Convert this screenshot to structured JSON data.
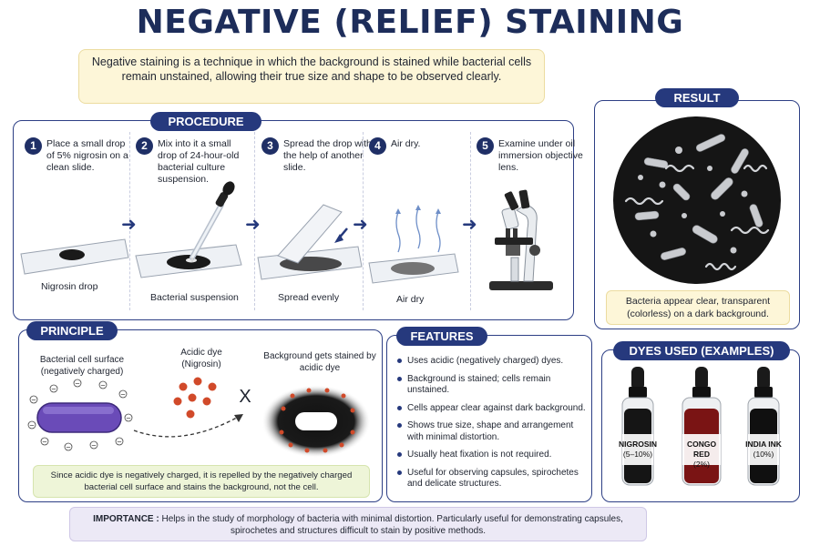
{
  "title": "NEGATIVE (RELIEF) STAINING",
  "intro": "Negative staining is a technique in which the background is stained while bacterial cells remain unstained, allowing their true size and shape to be observed clearly.",
  "procedure": {
    "heading": "PROCEDURE",
    "steps": [
      {
        "num": "1",
        "text": "Place a small drop of 5% nigrosin on a clean slide.",
        "caption": "Nigrosin drop"
      },
      {
        "num": "2",
        "text": "Mix into it a small drop of 24-hour-old bacterial culture suspension.",
        "caption": "Bacterial suspension"
      },
      {
        "num": "3",
        "text": "Spread the drop with the help of another slide.",
        "caption": "Spread evenly"
      },
      {
        "num": "4",
        "text": "Air dry.",
        "caption": "Air dry"
      },
      {
        "num": "5",
        "text": "Examine under oil immersion objective lens.",
        "caption": ""
      }
    ]
  },
  "principle": {
    "heading": "PRINCIPLE",
    "cell_label": "Bacterial cell surface (negatively charged)",
    "dye_label": "Acidic dye (Nigrosin)",
    "x_mark": "X",
    "bg_label": "Background gets stained by acidic dye",
    "note": "Since acidic dye is negatively charged, it is repelled by the negatively charged bacterial cell surface and stains the background, not the cell."
  },
  "features": {
    "heading": "FEATURES",
    "items": [
      "Uses acidic (negatively charged) dyes.",
      "Background is stained; cells remain unstained.",
      "Cells appear clear against dark background.",
      "Shows true size, shape and arrangement with minimal distortion.",
      "Usually heat fixation is not required.",
      "Useful for observing capsules, spirochetes and delicate structures."
    ]
  },
  "result": {
    "heading": "RESULT",
    "note": "Bacteria appear clear, transparent (colorless) on a dark background."
  },
  "dyes": {
    "heading": "DYES USED (EXAMPLES)",
    "bottles": [
      {
        "name": "NIGROSIN",
        "pct": "(5–10%)",
        "color": "#151515"
      },
      {
        "name": "CONGO RED",
        "pct": "(2%)",
        "color": "#7a1414"
      },
      {
        "name": "INDIA INK",
        "pct": "(10%)",
        "color": "#101010"
      }
    ]
  },
  "importance": {
    "label": "IMPORTANCE :",
    "text": "Helps in the study of morphology of bacteria with minimal distortion. Particularly useful for demonstrating capsules, spirochetes and structures difficult to stain by positive methods."
  },
  "charge_sign": "−"
}
